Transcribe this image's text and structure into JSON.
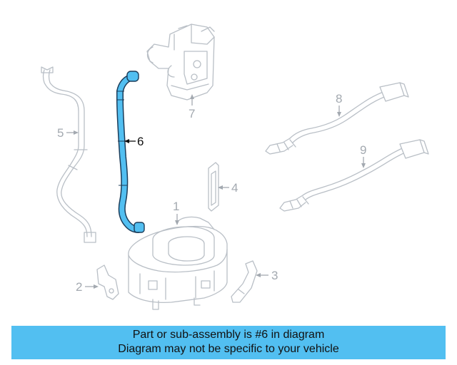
{
  "callouts": {
    "c1": "1",
    "c2": "2",
    "c3": "3",
    "c4": "4",
    "c5": "5",
    "c6": "6",
    "c7": "7",
    "c8": "8",
    "c9": "9"
  },
  "highlighted_part": "6",
  "colors": {
    "highlight_part": "#52bff1",
    "highlight_outline": "#1c3d5a",
    "banner_background": "#52bff1",
    "ghost_parts": "#b9bfc6"
  },
  "banner": {
    "line1": "Part or sub-assembly is #6 in diagram",
    "line2": "Diagram may not be specific to your vehicle"
  }
}
